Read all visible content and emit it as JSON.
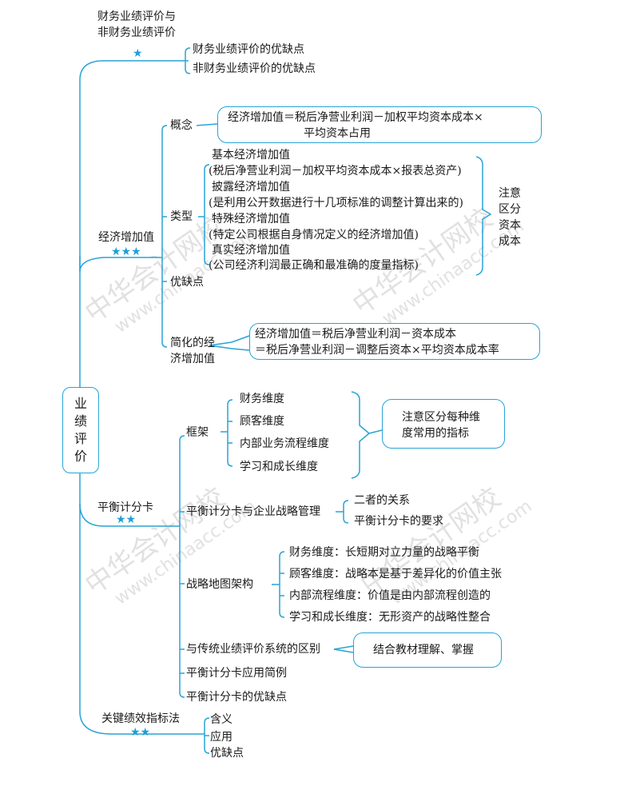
{
  "root": {
    "chars": [
      "业",
      "绩",
      "评",
      "价"
    ],
    "label": "业绩评价"
  },
  "section1": {
    "title_line1": "财务业绩评价与",
    "title_line2": "非财务业绩评价",
    "stars": "★",
    "items": [
      "财务业绩评价的优缺点",
      "非财务业绩评价的优缺点"
    ]
  },
  "section2": {
    "title": "经济增加值",
    "stars": "★★★",
    "concept": {
      "label": "概念",
      "formula_line1": "经济增加值＝税后净营业利润－加权平均资本成本×",
      "formula_line2": "平均资本占用"
    },
    "types": {
      "label": "类型",
      "items": [
        {
          "name": "基本经济增加值",
          "desc": "(税后净营业利润－加权平均资本成本×报表总资产)"
        },
        {
          "name": "披露经济增加值",
          "desc": "(是利用公开数据进行十几项标准的调整计算出来的)"
        },
        {
          "name": "特殊经济增加值",
          "desc": "(特定公司根据自身情况定义的经济增加值)"
        },
        {
          "name": "真实经济增加值",
          "desc": "(公司经济利润最正确和最准确的度量指标)"
        }
      ],
      "note": "注意区分资本成本"
    },
    "pros_cons": {
      "label": "优缺点"
    },
    "simplified": {
      "label_line1": "简化的经",
      "label_line2": "济增加值",
      "formula_line1": "经济增加值＝税后净营业利润－资本成本",
      "formula_line2": "＝税后净营业利润－调整后资本×平均资本成本率"
    }
  },
  "section3": {
    "title": "平衡计分卡",
    "stars": "★★",
    "framework": {
      "label": "框架",
      "items": [
        "财务维度",
        "顾客维度",
        "内部业务流程维度",
        "学习和成长维度"
      ],
      "note_line1": "注意区分每种维",
      "note_line2": "度常用的指标"
    },
    "strategy_mgmt": {
      "label": "平衡计分卡与企业战略管理",
      "items": [
        "二者的关系",
        "平衡计分卡的要求"
      ]
    },
    "strategy_map": {
      "label": "战略地图架构",
      "items": [
        "财务维度：长短期对立力量的战略平衡",
        "顾客维度：战略本是基于差异化的价值主张",
        "内部流程维度：价值是由内部流程创造的",
        "学习和成长维度：无形资产的战略性整合"
      ]
    },
    "difference": {
      "label": "与传统业绩评价系统的区别",
      "note": "结合教材理解、掌握"
    },
    "example": {
      "label": "平衡计分卡应用简例"
    },
    "pros_cons": {
      "label": "平衡计分卡的优缺点"
    }
  },
  "section4": {
    "title": "关键绩效指标法",
    "stars": "★★",
    "items": [
      "含义",
      "应用",
      "优缺点"
    ]
  },
  "watermark": {
    "cn": "中华会计网校",
    "url": "www.chinaacc.com"
  },
  "colors": {
    "line": "#29a3d6",
    "star": "#1e9fd6",
    "text": "#1a1a1a"
  }
}
